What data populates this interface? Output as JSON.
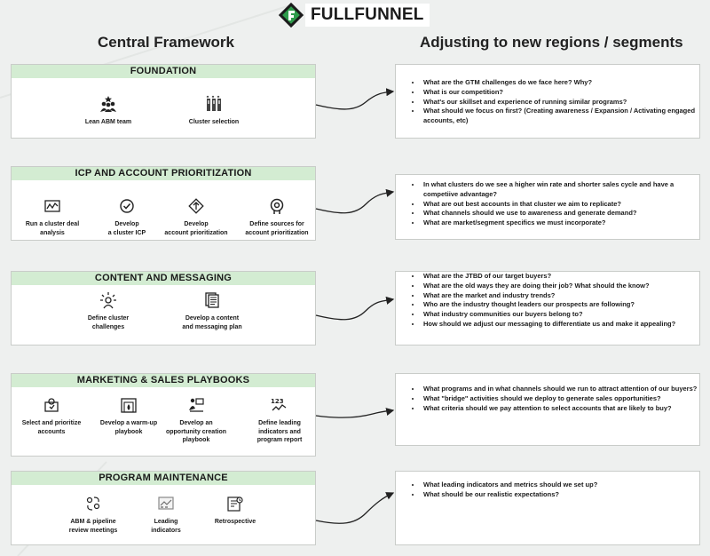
{
  "logo": {
    "text": "FULLFUNNEL"
  },
  "headers": {
    "left": "Central Framework",
    "right": "Adjusting to new regions / segments"
  },
  "sections": [
    {
      "title": "FOUNDATION",
      "items": [
        {
          "label": "Lean ABM team",
          "icon": "team-icon"
        },
        {
          "label": "Cluster selection",
          "icon": "clusters-icon"
        }
      ]
    },
    {
      "title": "ICP AND ACCOUNT PRIORITIZATION",
      "items": [
        {
          "label": "Run a cluster deal\nanalysis",
          "icon": "chart-icon"
        },
        {
          "label": "Develop\na cluster ICP",
          "icon": "check-circle-icon"
        },
        {
          "label": "Develop\naccount prioritization",
          "icon": "priority-icon"
        },
        {
          "label": "Define sources for\naccount prioritization",
          "icon": "sources-icon"
        }
      ]
    },
    {
      "title": "CONTENT AND MESSAGING",
      "items": [
        {
          "label": "Define cluster\nchallenges",
          "icon": "challenges-icon"
        },
        {
          "label": "Develop a content\nand messaging plan",
          "icon": "documents-icon"
        }
      ]
    },
    {
      "title": "MARKETING & SALES PLAYBOOKS",
      "items": [
        {
          "label": "Select and prioritize\naccounts",
          "icon": "select-icon"
        },
        {
          "label": "Develop a warm-up\nplaybook",
          "icon": "fireplace-icon"
        },
        {
          "label": "Develop an\nopportunity creation\nplaybook",
          "icon": "opportunity-icon"
        },
        {
          "label": "Define leading\nindicators and\nprogram report",
          "icon": "indicators-icon"
        }
      ]
    },
    {
      "title": "PROGRAM MAINTENANCE",
      "items": [
        {
          "label": "ABM & pipeline\nreview meetings",
          "icon": "meeting-icon"
        },
        {
          "label": "Leading\nindicators",
          "icon": "dashboard-icon"
        },
        {
          "label": "Retrospective",
          "icon": "retrospective-icon"
        }
      ]
    }
  ],
  "questions": [
    [
      "What are the GTM challenges do we face here? Why?",
      "What is our competition?",
      "What's our skillset and experience of running similar programs?",
      "What should we focus on first? (Creating awareness / Expansion / Activating engaged accounts, etc)"
    ],
    [
      "In what clusters do we see a higher win rate and shorter sales cycle and have a competiive advantage?",
      "What are out best accounts in that cluster we aim to replicate?",
      "What channels should we use to  awareness and generate demand?",
      "What are market/segment specifics we must incorporate?"
    ],
    [
      "What are the JTBD of our target buyers?",
      "What are the old ways they are doing their job? What should the know?",
      "What are the market and industry trends?",
      "Who are the industry thought leaders our prospects are following?",
      "What industry communities our buyers belong to?",
      "How should we adjust our messaging to differentiate us and make it appealing?"
    ],
    [
      "What programs and in what channels should we run to attract attention of our buyers?",
      "What \"bridge\" activities should we deploy to generate sales opportunities?",
      "What criteria should we pay attention to select accounts that are likely to buy?"
    ],
    [
      "What leading indicators and metrics should we set up?",
      "What should be our realistic expectations?"
    ]
  ],
  "colors": {
    "accent_green": "#d3ecd2",
    "logo_green": "#2e9b4b",
    "background": "#eef0ef"
  }
}
